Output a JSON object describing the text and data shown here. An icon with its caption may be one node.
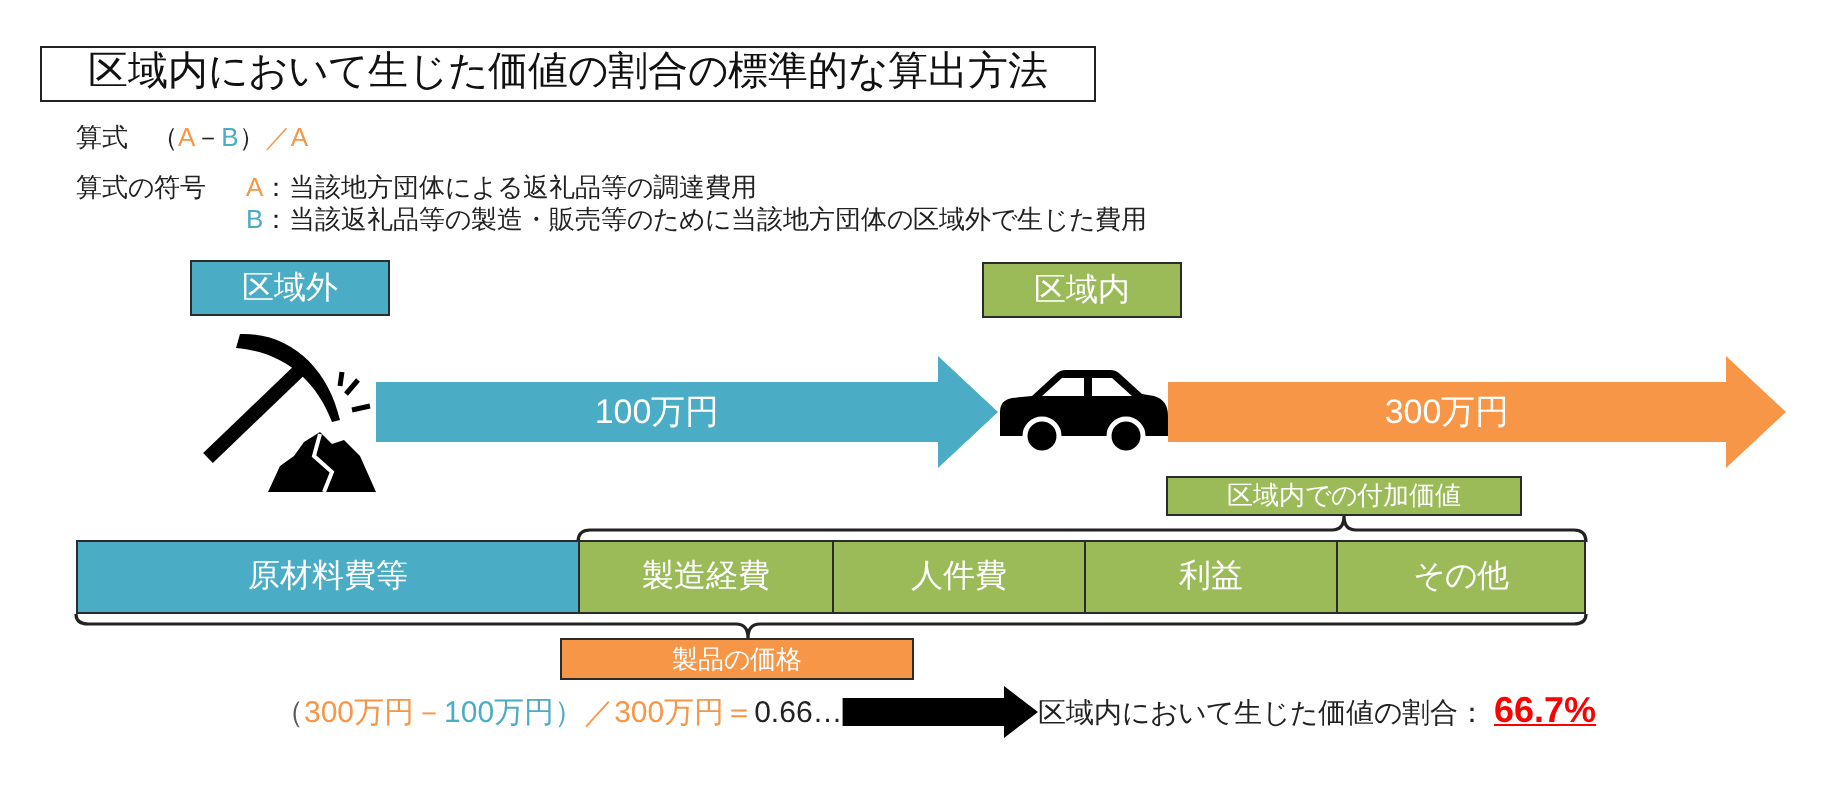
{
  "diagram": {
    "title": "区域内において生じた価値の割合の標準的な算出方法",
    "nodes": [
      {
        "text": [
          "区域外"
        ]
      },
      {
        "text": [],
        "shape": "picture"
      },
      {
        "text": [
          "区域内"
        ]
      },
      {
        "text": [],
        "shape": "picture"
      },
      {
        "text": [
          "区域内での付加価値"
        ]
      },
      {
        "text": [
          "原材料費等"
        ]
      },
      {
        "text": [
          "製造経費"
        ]
      },
      {
        "text": [
          "人件費"
        ]
      },
      {
        "text": [
          "利益"
        ]
      },
      {
        "text": [
          "その他"
        ]
      },
      {
        "text": [
          "製品の価格"
        ]
      },
      {
        "text": [
          "（",
          "300万円－",
          "100万円）",
          "／300万円＝",
          "0.66…"
        ]
      },
      {
        "text": [
          "区域内において生じた価値の割合：",
          "66.7%"
        ]
      }
    ],
    "edges": [
      {
        "from": 1,
        "to": 3,
        "arrow": "to",
        "label": "100万円",
        "color": "#4bacc6"
      },
      {
        "from": 3,
        "to": null,
        "arrow": "to",
        "label": "300万円",
        "color": "#f79646"
      },
      {
        "from": 11,
        "to": 12,
        "arrow": "to",
        "color": "#000000"
      }
    ],
    "labels": [
      "算式",
      "（",
      "A",
      "－",
      "B",
      "）",
      "／A",
      "算式の符号",
      "A",
      "：当該地方団体による返礼品等の調達費用",
      "B",
      "：当該返礼品等の製造・販売等のために当該地方団体の区域外で生じた費用"
    ]
  }
}
